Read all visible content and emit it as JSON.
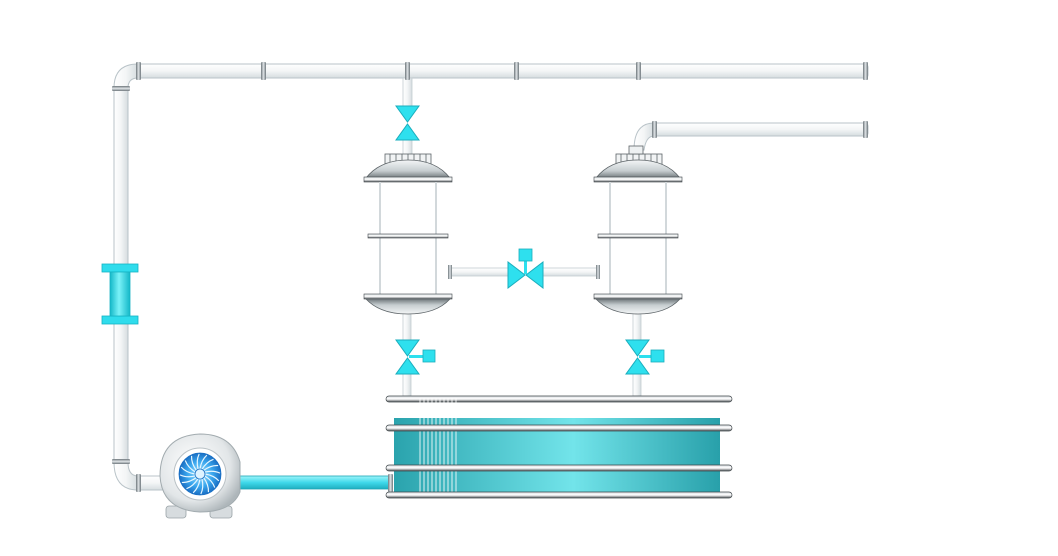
{
  "diagram": {
    "kind": "process-flow",
    "text_labels": [],
    "colors": {
      "background": "#ffffff",
      "pipe_fill": "#f7f9fa",
      "pipe_stroke": "#b9c3c8",
      "flange": "#8e979c",
      "equipment_cyan": "#2ee0ee",
      "tank_liquid": "#5fd3dc",
      "tank_liquid_dark": "#2aa8b3",
      "pump_blue": "#1f8fe0",
      "steel_dark": "#4a5054",
      "steel_light": "#e9ecee"
    },
    "components": [
      {
        "id": "pump",
        "icon": "centrifugal-pump-icon"
      },
      {
        "id": "tank",
        "icon": "storage-tank-icon"
      },
      {
        "id": "vessel-left",
        "icon": "column-vessel-icon"
      },
      {
        "id": "vessel-right",
        "icon": "column-vessel-icon"
      },
      {
        "id": "flowmeter",
        "icon": "flow-meter-icon"
      },
      {
        "id": "valve-top-left",
        "icon": "gate-valve-icon"
      },
      {
        "id": "valve-bottom-left",
        "icon": "actuated-valve-icon"
      },
      {
        "id": "valve-bottom-right",
        "icon": "actuated-valve-icon"
      },
      {
        "id": "valve-middle",
        "icon": "actuated-valve-icon"
      }
    ]
  }
}
